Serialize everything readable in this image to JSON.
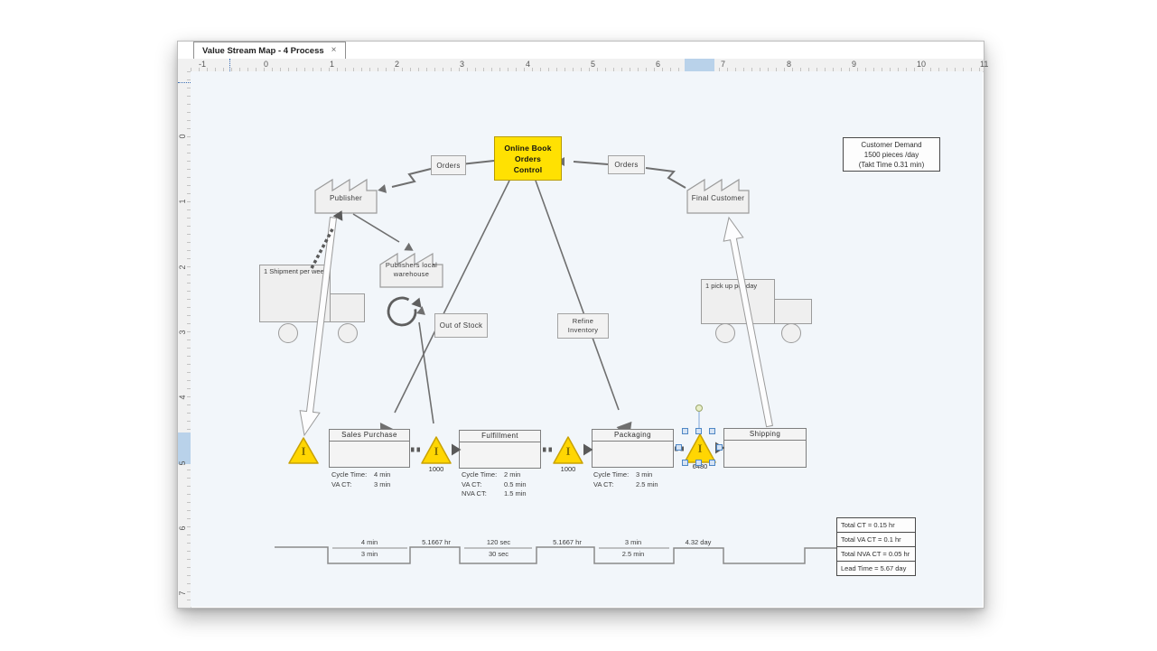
{
  "window": {
    "tab_title": "Value Stream Map - 4 Process",
    "tab_close": "×"
  },
  "rulers": {
    "h": [
      "-1",
      "0",
      "1",
      "2",
      "3",
      "4",
      "5",
      "6",
      "7",
      "8",
      "9",
      "10",
      "11"
    ],
    "v": [
      "0",
      "1",
      "2",
      "3",
      "4",
      "5",
      "6",
      "7"
    ]
  },
  "diagram": {
    "control_box": {
      "line1": "Online Book",
      "line2": "Orders",
      "line3": "Control"
    },
    "orders_left": "Orders",
    "orders_right": "Orders",
    "publisher": "Publisher",
    "final_customer": "Final Customer",
    "warehouse": "Publishers local warehouse",
    "truck_left": "1 Shipment per week",
    "truck_right": "1 pick up per day",
    "out_of_stock": "Out of Stock",
    "refine_inventory": "Refine Inventory",
    "customer_demand": {
      "line1": "Customer Demand",
      "line2": "1500 pieces /day",
      "line3": "(Takt Time 0.31 min)"
    },
    "inventory_glyph": "I",
    "inventory": [
      {
        "count": ""
      },
      {
        "count": "1000"
      },
      {
        "count": "1000"
      },
      {
        "count": "6480"
      }
    ],
    "processes": [
      {
        "title": "Sales Purchase",
        "stats": [
          {
            "label": "Cycle Time:",
            "value": "4 min"
          },
          {
            "label": "VA CT:",
            "value": "3 min"
          }
        ]
      },
      {
        "title": "Fulfillment",
        "stats": [
          {
            "label": "Cycle Time:",
            "value": "2 min"
          },
          {
            "label": "VA CT:",
            "value": "0.5 min"
          },
          {
            "label": "NVA CT:",
            "value": "1.5 min"
          }
        ]
      },
      {
        "title": "Packaging",
        "stats": [
          {
            "label": "Cycle Time:",
            "value": "3 min"
          },
          {
            "label": "VA CT:",
            "value": "2.5 min"
          }
        ]
      },
      {
        "title": "Shipping",
        "stats": []
      }
    ],
    "timeline": {
      "labels": [
        {
          "top": "4 min",
          "bottom": "3 min"
        },
        {
          "top": "5.1667 hr",
          "bottom": ""
        },
        {
          "top": "120 sec",
          "bottom": "30 sec"
        },
        {
          "top": "5.1667 hr",
          "bottom": ""
        },
        {
          "top": "3 min",
          "bottom": "2.5 min"
        },
        {
          "top": "4.32 day",
          "bottom": ""
        }
      ]
    },
    "totals": [
      "Total CT = 0.15 hr",
      "Total VA CT = 0.1 hr",
      "Total NVA CT = 0.05 hr",
      "Lead Time = 5.67 day"
    ]
  },
  "colors": {
    "accent_yellow": "#ffe102",
    "triangle_yellow": "#ffd602",
    "triangle_border": "#c9a202",
    "selection_blue": "#4f87c5",
    "ruler_highlight": "#b9d2ea",
    "connector_gray": "#6f6f6f"
  }
}
